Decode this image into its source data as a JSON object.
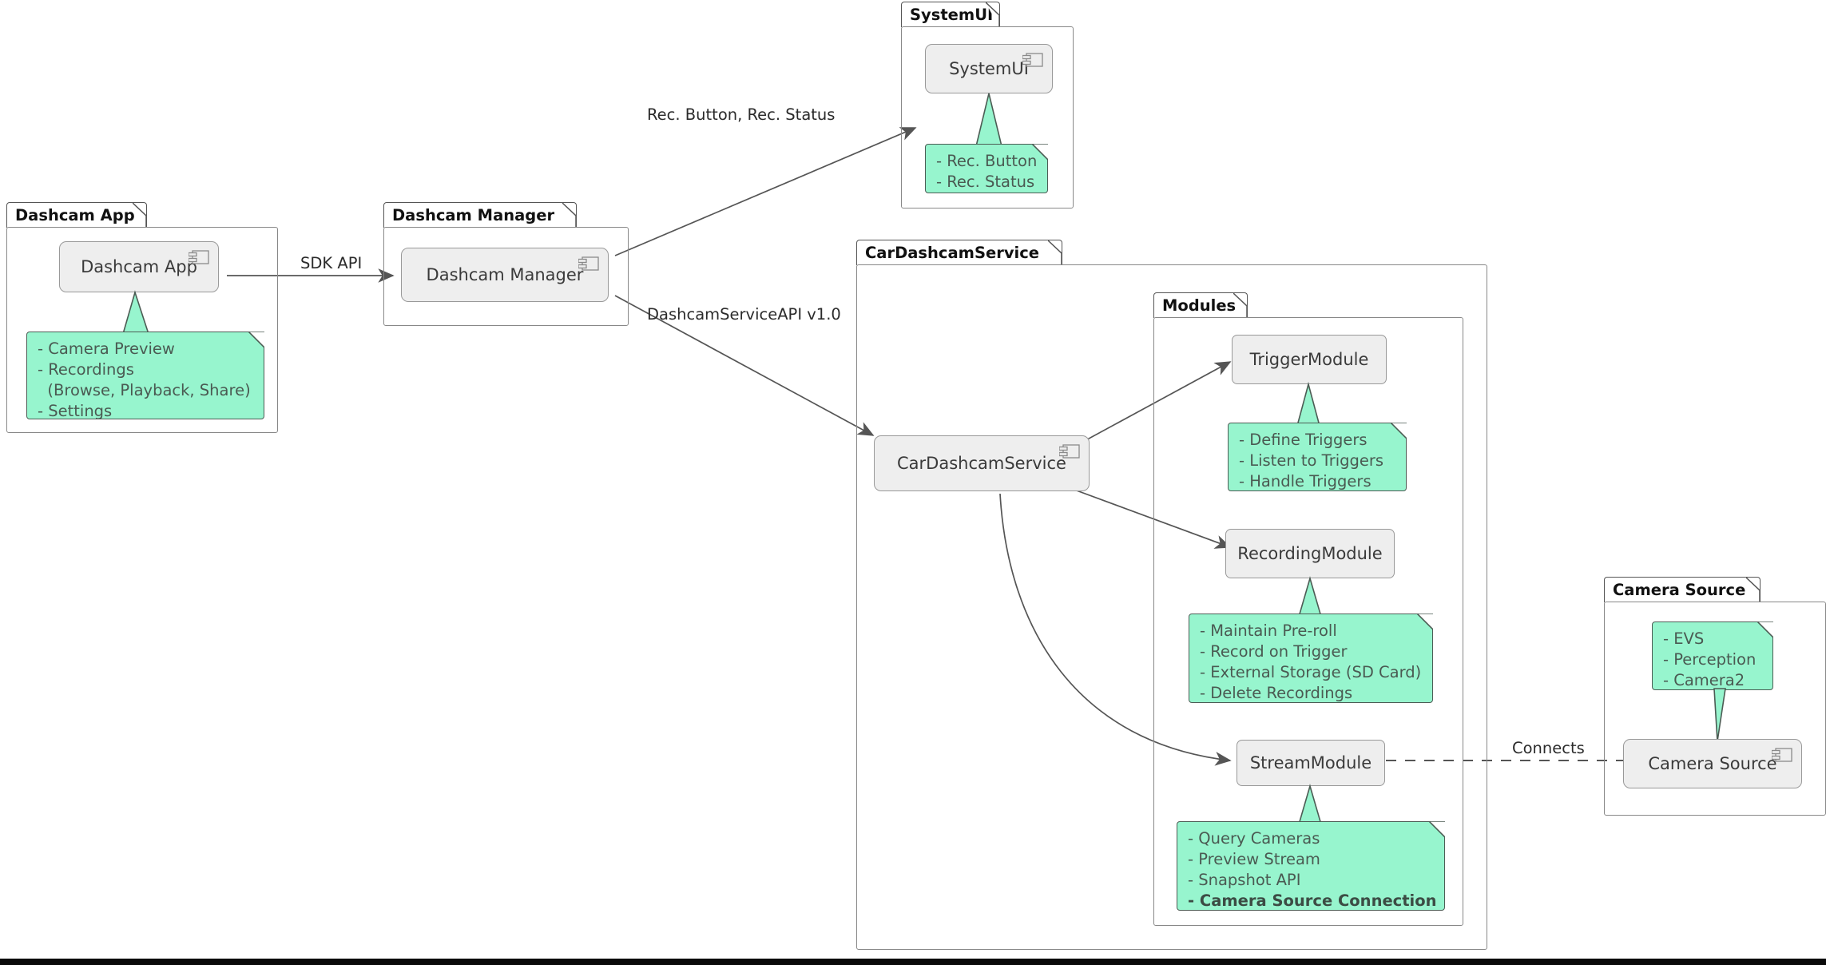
{
  "colors": {
    "note_fill": "#97f5ce",
    "note_border": "#4c5c54",
    "note_text": "#4a5a52",
    "component_fill": "#eeeeee",
    "component_border": "#999999",
    "component_text": "#3a3a3a",
    "package_border": "#888888",
    "package_title": "#111111",
    "edge": "#555555",
    "background": "#ffffff"
  },
  "diagram": {
    "type": "uml-component-diagram",
    "packages": [
      {
        "name": "Dashcam App"
      },
      {
        "name": "Dashcam Manager"
      },
      {
        "name": "SystemUI"
      },
      {
        "name": "CarDashcamService"
      },
      {
        "name": "Modules"
      },
      {
        "name": "Camera Source"
      }
    ],
    "components": [
      {
        "name": "Dashcam App",
        "has_component_icon": true
      },
      {
        "name": "Dashcam Manager",
        "has_component_icon": true
      },
      {
        "name": "SystemUI",
        "has_component_icon": true
      },
      {
        "name": "CarDashcamService",
        "has_component_icon": true
      },
      {
        "name": "TriggerModule",
        "has_component_icon": false
      },
      {
        "name": "RecordingModule",
        "has_component_icon": false
      },
      {
        "name": "StreamModule",
        "has_component_icon": false
      },
      {
        "name": "Camera Source",
        "has_component_icon": true
      }
    ],
    "notes": [
      {
        "attached_to": "Dashcam App",
        "lines": [
          {
            "text": "- Camera Preview",
            "bold": false
          },
          {
            "text": "- Recordings",
            "bold": false
          },
          {
            "text": "  (Browse, Playback, Share)",
            "bold": false
          },
          {
            "text": "- Settings",
            "bold": false
          }
        ]
      },
      {
        "attached_to": "SystemUI",
        "lines": [
          {
            "text": "- Rec. Button",
            "bold": false
          },
          {
            "text": "- Rec. Status",
            "bold": false
          }
        ]
      },
      {
        "attached_to": "TriggerModule",
        "lines": [
          {
            "text": "- Define Triggers",
            "bold": false
          },
          {
            "text": "- Listen to Triggers",
            "bold": false
          },
          {
            "text": "- Handle Triggers",
            "bold": false
          }
        ]
      },
      {
        "attached_to": "RecordingModule",
        "lines": [
          {
            "text": "- Maintain Pre-roll",
            "bold": false
          },
          {
            "text": "- Record on Trigger",
            "bold": false
          },
          {
            "text": "- External Storage (SD Card)",
            "bold": false
          },
          {
            "text": "- Delete Recordings",
            "bold": false
          }
        ]
      },
      {
        "attached_to": "StreamModule",
        "lines": [
          {
            "text": "- Query Cameras",
            "bold": false
          },
          {
            "text": "- Preview Stream",
            "bold": false
          },
          {
            "text": "- Snapshot API",
            "bold": false
          },
          {
            "text": "- Camera Source Connection",
            "bold": true
          }
        ]
      },
      {
        "attached_to": "Camera Source",
        "lines": [
          {
            "text": "- EVS",
            "bold": false
          },
          {
            "text": "- Perception",
            "bold": false
          },
          {
            "text": "- Camera2",
            "bold": false
          }
        ]
      }
    ],
    "edges": [
      {
        "from": "Dashcam App",
        "to": "Dashcam Manager",
        "label": "SDK API",
        "style": "solid-arrow"
      },
      {
        "from": "Dashcam Manager",
        "to": "SystemUI",
        "label": "Rec. Button, Rec. Status",
        "style": "solid-arrow"
      },
      {
        "from": "Dashcam Manager",
        "to": "CarDashcamService",
        "label": "DashcamServiceAPI v1.0",
        "style": "solid-arrow"
      },
      {
        "from": "CarDashcamService",
        "to": "TriggerModule",
        "label": "",
        "style": "solid-arrow"
      },
      {
        "from": "CarDashcamService",
        "to": "RecordingModule",
        "label": "",
        "style": "solid-arrow"
      },
      {
        "from": "CarDashcamService",
        "to": "StreamModule",
        "label": "",
        "style": "solid-arrow-curved"
      },
      {
        "from": "StreamModule",
        "to": "Camera Source",
        "label": "Connects",
        "style": "dashed"
      }
    ]
  },
  "labels": {
    "pkg_dashcam_app": "Dashcam App",
    "pkg_dashcam_manager": "Dashcam Manager",
    "pkg_systemui": "SystemUI",
    "pkg_cardashcamservice": "CarDashcamService",
    "pkg_modules": "Modules",
    "pkg_camera_source": "Camera Source",
    "comp_dashcam_app": "Dashcam App",
    "comp_dashcam_manager": "Dashcam Manager",
    "comp_systemui": "SystemUI",
    "comp_cardashcamservice": "CarDashcamService",
    "comp_triggermodule": "TriggerModule",
    "comp_recordingmodule": "RecordingModule",
    "comp_streammodule": "StreamModule",
    "comp_camera_source": "Camera Source",
    "edge_sdk_api": "SDK API",
    "edge_rec_button_status": "Rec. Button, Rec. Status",
    "edge_dashcamserviceapi": "DashcamServiceAPI v1.0",
    "edge_connects": "Connects",
    "note_app_1": "- Camera Preview",
    "note_app_2": "- Recordings",
    "note_app_3": "  (Browse, Playback, Share)",
    "note_app_4": "- Settings",
    "note_sysui_1": "- Rec. Button",
    "note_sysui_2": "- Rec. Status",
    "note_trigger_1": "- Define Triggers",
    "note_trigger_2": "- Listen to Triggers",
    "note_trigger_3": "- Handle Triggers",
    "note_rec_1": "- Maintain Pre-roll",
    "note_rec_2": "- Record on Trigger",
    "note_rec_3": "- External Storage (SD Card)",
    "note_rec_4": "- Delete Recordings",
    "note_stream_1": "- Query Cameras",
    "note_stream_2": "- Preview Stream",
    "note_stream_3": "- Snapshot API",
    "note_stream_4": "- Camera Source Connection",
    "note_cam_1": "- EVS",
    "note_cam_2": "- Perception",
    "note_cam_3": "- Camera2"
  }
}
